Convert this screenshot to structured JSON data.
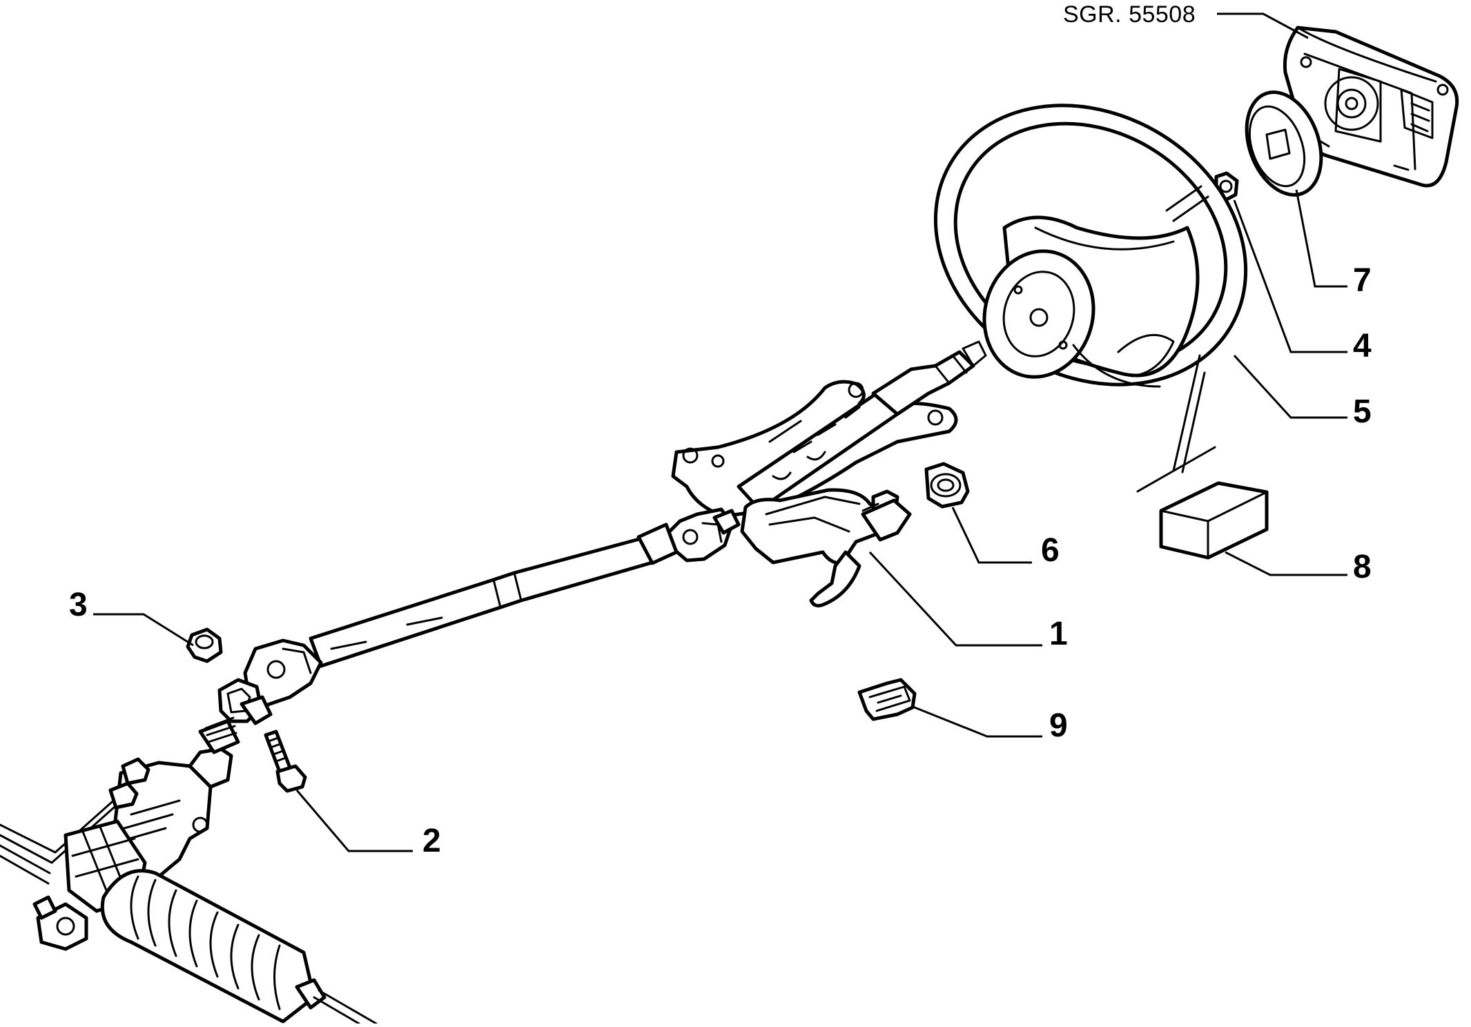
{
  "drawing_ref": "SGR. 55508",
  "callouts": [
    {
      "id": "1",
      "text": "1"
    },
    {
      "id": "2",
      "text": "2"
    },
    {
      "id": "3",
      "text": "3"
    },
    {
      "id": "4",
      "text": "4"
    },
    {
      "id": "5",
      "text": "5"
    },
    {
      "id": "6",
      "text": "6"
    },
    {
      "id": "7",
      "text": "7"
    },
    {
      "id": "8",
      "text": "8"
    },
    {
      "id": "9",
      "text": "9"
    }
  ]
}
